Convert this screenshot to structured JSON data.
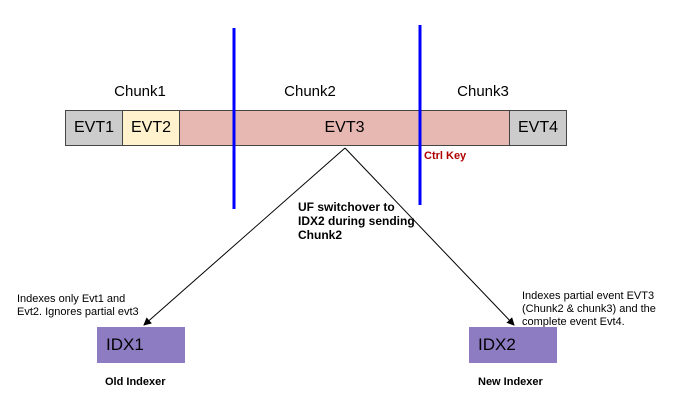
{
  "chunks": [
    {
      "label": "Chunk1"
    },
    {
      "label": "Chunk2"
    },
    {
      "label": "Chunk3"
    }
  ],
  "events": [
    {
      "label": "EVT1",
      "color": "#cccccc"
    },
    {
      "label": "EVT2",
      "color": "#fff2cc"
    },
    {
      "label": "EVT3",
      "color": "#e6b8b1"
    },
    {
      "label": "EVT4",
      "color": "#cccccc"
    }
  ],
  "boundary_color": "#0000ff",
  "ctrl_key": {
    "label": "Ctrl Key",
    "color": "#b00000"
  },
  "switchover_note": [
    "UF switchover to",
    "IDX2 during sending",
    "Chunk2"
  ],
  "indexers": [
    {
      "label": "IDX1",
      "caption": "Old Indexer",
      "note": [
        "Indexes only Evt1 and",
        "Evt2. Ignores partial evt3"
      ],
      "color": "#8e7cc3"
    },
    {
      "label": "IDX2",
      "caption": "New Indexer",
      "note": [
        "Indexes partial event EVT3",
        "(Chunk2 & chunk3) and the",
        "complete event Evt4."
      ],
      "color": "#8e7cc3"
    }
  ]
}
